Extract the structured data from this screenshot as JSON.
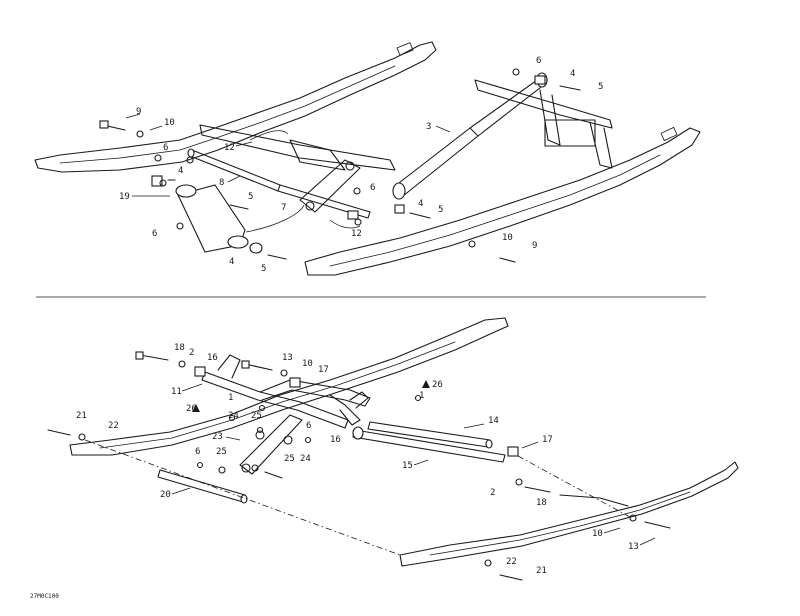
{
  "drawing_code": "27M0C100",
  "top_callouts": [
    "9",
    "10",
    "6",
    "4",
    "19",
    "5",
    "6",
    "8",
    "12",
    "7",
    "6",
    "4",
    "5",
    "12",
    "3",
    "6",
    "4",
    "5",
    "10",
    "9",
    "4",
    "5"
  ],
  "bottom_callouts": [
    "18",
    "2",
    "16",
    "11",
    "13",
    "10",
    "17",
    "1",
    "26",
    "26",
    "1",
    "24",
    "25",
    "23",
    "6",
    "21",
    "22",
    "25",
    "25",
    "24",
    "6",
    "16",
    "14",
    "17",
    "15",
    "2",
    "18",
    "20",
    "10",
    "13",
    "22",
    "21"
  ]
}
